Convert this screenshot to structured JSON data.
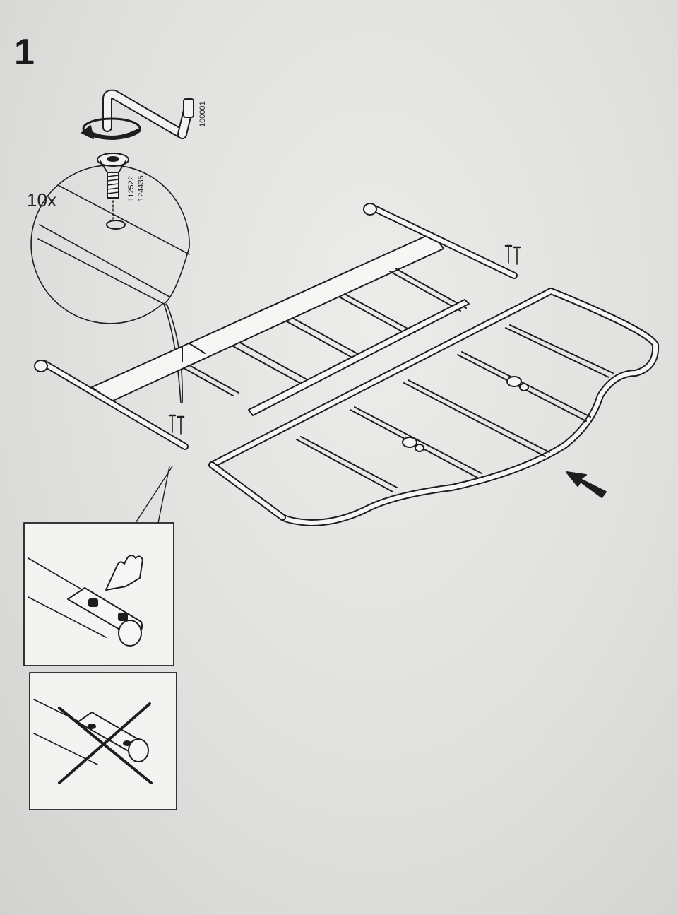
{
  "step": {
    "number": "1"
  },
  "callout": {
    "quantity": "10x"
  },
  "parts": {
    "allen_key_code": "100001",
    "bolt_code_a": "112522",
    "bolt_code_b": "124435"
  }
}
